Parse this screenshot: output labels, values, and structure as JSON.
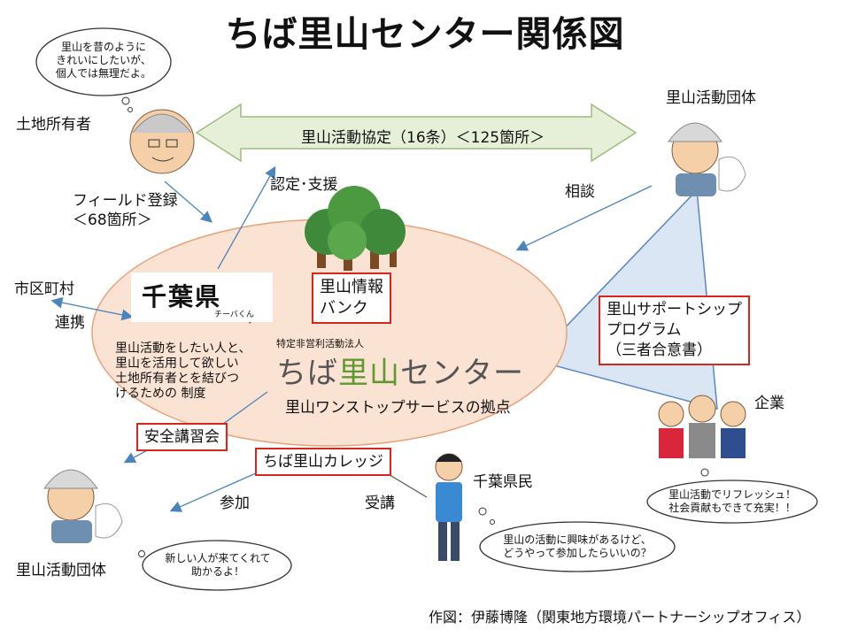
{
  "title": "ちば里山センター関係図",
  "agreement_arrow": {
    "label": "里山活動協定（16条）＜125箇所＞"
  },
  "landowner": {
    "label": "土地所有者",
    "bubble": [
      "里山を昔のように",
      "きれいにしたいが、",
      "個人では無理だよ。"
    ]
  },
  "field_registration": {
    "line1": "フィールド登録",
    "line2": "＜68箇所＞"
  },
  "certify_support": "認定･支援",
  "consult": "相談",
  "group_top": {
    "label": "里山活動団体"
  },
  "municipality": {
    "label": "市区町村",
    "cooperation": "連携"
  },
  "chiba_pref": {
    "name": "千葉県",
    "mascot": "チーバくん"
  },
  "info_bank": {
    "line1": "里山情報",
    "line2": "バンク"
  },
  "center": {
    "org_type": "特定非営利活動法人",
    "name_part1": "ちば",
    "name_part2": "里山",
    "name_part3": "センター",
    "tagline": "里山ワンストップサービスの拠点"
  },
  "matching_desc": [
    "里山活動をしたい人と、",
    "里山を活用して欲しい",
    "土地所有者とを結びつ",
    "けるための 制度"
  ],
  "support_program": {
    "line1": "里山サポートシップ",
    "line2": "プログラム",
    "line3": "（三者合意書）"
  },
  "company": {
    "label": "企業",
    "bubble": [
      "里山活動でリフレッシュ！",
      "社会貢献もできて充実！！"
    ]
  },
  "safety_course": "安全講習会",
  "college": "ちば里山カレッジ",
  "participate": "参加",
  "attend": "受講",
  "citizen": {
    "label": "千葉県民",
    "bubble": [
      "里山の活動に興味があるけど、",
      "どうやって参加したらいいの？"
    ]
  },
  "group_bottom": {
    "label": "里山活動団体",
    "bubble": [
      "新しい人が来てくれて",
      "助かるよ！"
    ]
  },
  "credit": "作図：伊藤博隆（関東地方環境パートナーシップオフィス）",
  "colors": {
    "ellipse_fill": "#fbe3d3",
    "ellipse_stroke": "#e8a27a",
    "arrow_fill": "#e6f0d9",
    "arrow_stroke": "#9dbb7c",
    "triangle_fill": "#dbe6f4",
    "triangle_stroke": "#5a86c2",
    "red_box": "#d9261c",
    "center_green": "#5e9a2f",
    "connector_blue": "#4a84bd"
  }
}
